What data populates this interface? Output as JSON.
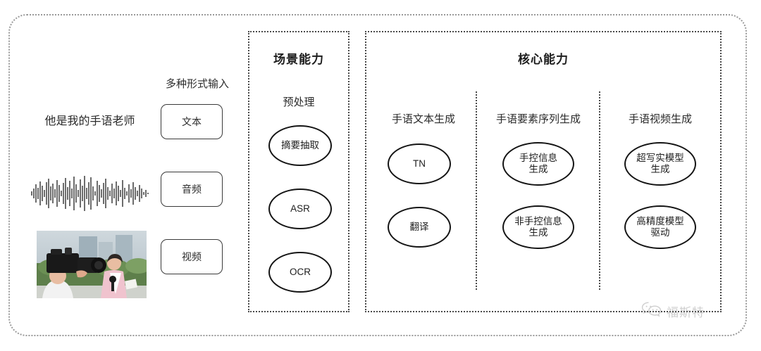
{
  "diagram": {
    "input": {
      "heading": "多种形式输入",
      "sample_text": "他是我的手语老师",
      "modalities": [
        {
          "label": "文本",
          "icon": "text-icon"
        },
        {
          "label": "音频",
          "icon": "waveform-icon"
        },
        {
          "label": "视频",
          "icon": "video-thumbnail-icon"
        }
      ]
    },
    "scene_panel": {
      "title": "场景能力",
      "subtitle": "预处理",
      "nodes": [
        {
          "label": "摘要抽取"
        },
        {
          "label": "ASR"
        },
        {
          "label": "OCR"
        }
      ]
    },
    "core_panel": {
      "title": "核心能力",
      "columns": [
        {
          "head": "手语文本生成",
          "nodes": [
            {
              "line1": "TN",
              "line2": ""
            },
            {
              "line1": "翻译",
              "line2": ""
            }
          ]
        },
        {
          "head": "手语要素序列生成",
          "nodes": [
            {
              "line1": "手控信息",
              "line2": "生成"
            },
            {
              "line1": "非手控信息",
              "line2": "生成"
            }
          ]
        },
        {
          "head": "手语视频生成",
          "nodes": [
            {
              "line1": "超写实模型",
              "line2": "生成"
            },
            {
              "line1": "高精度模型",
              "line2": "驱动"
            }
          ]
        }
      ]
    },
    "watermark": {
      "icon": "wechat-bubbles-icon",
      "text": "福斯特"
    },
    "colors": {
      "background": "#ffffff",
      "border_dotted": "#4a4a4a",
      "outer_frame": "#9a9a9a",
      "node_stroke": "#141414",
      "text": "#2b2b2b",
      "watermark_text": "#8d8d8d"
    }
  }
}
